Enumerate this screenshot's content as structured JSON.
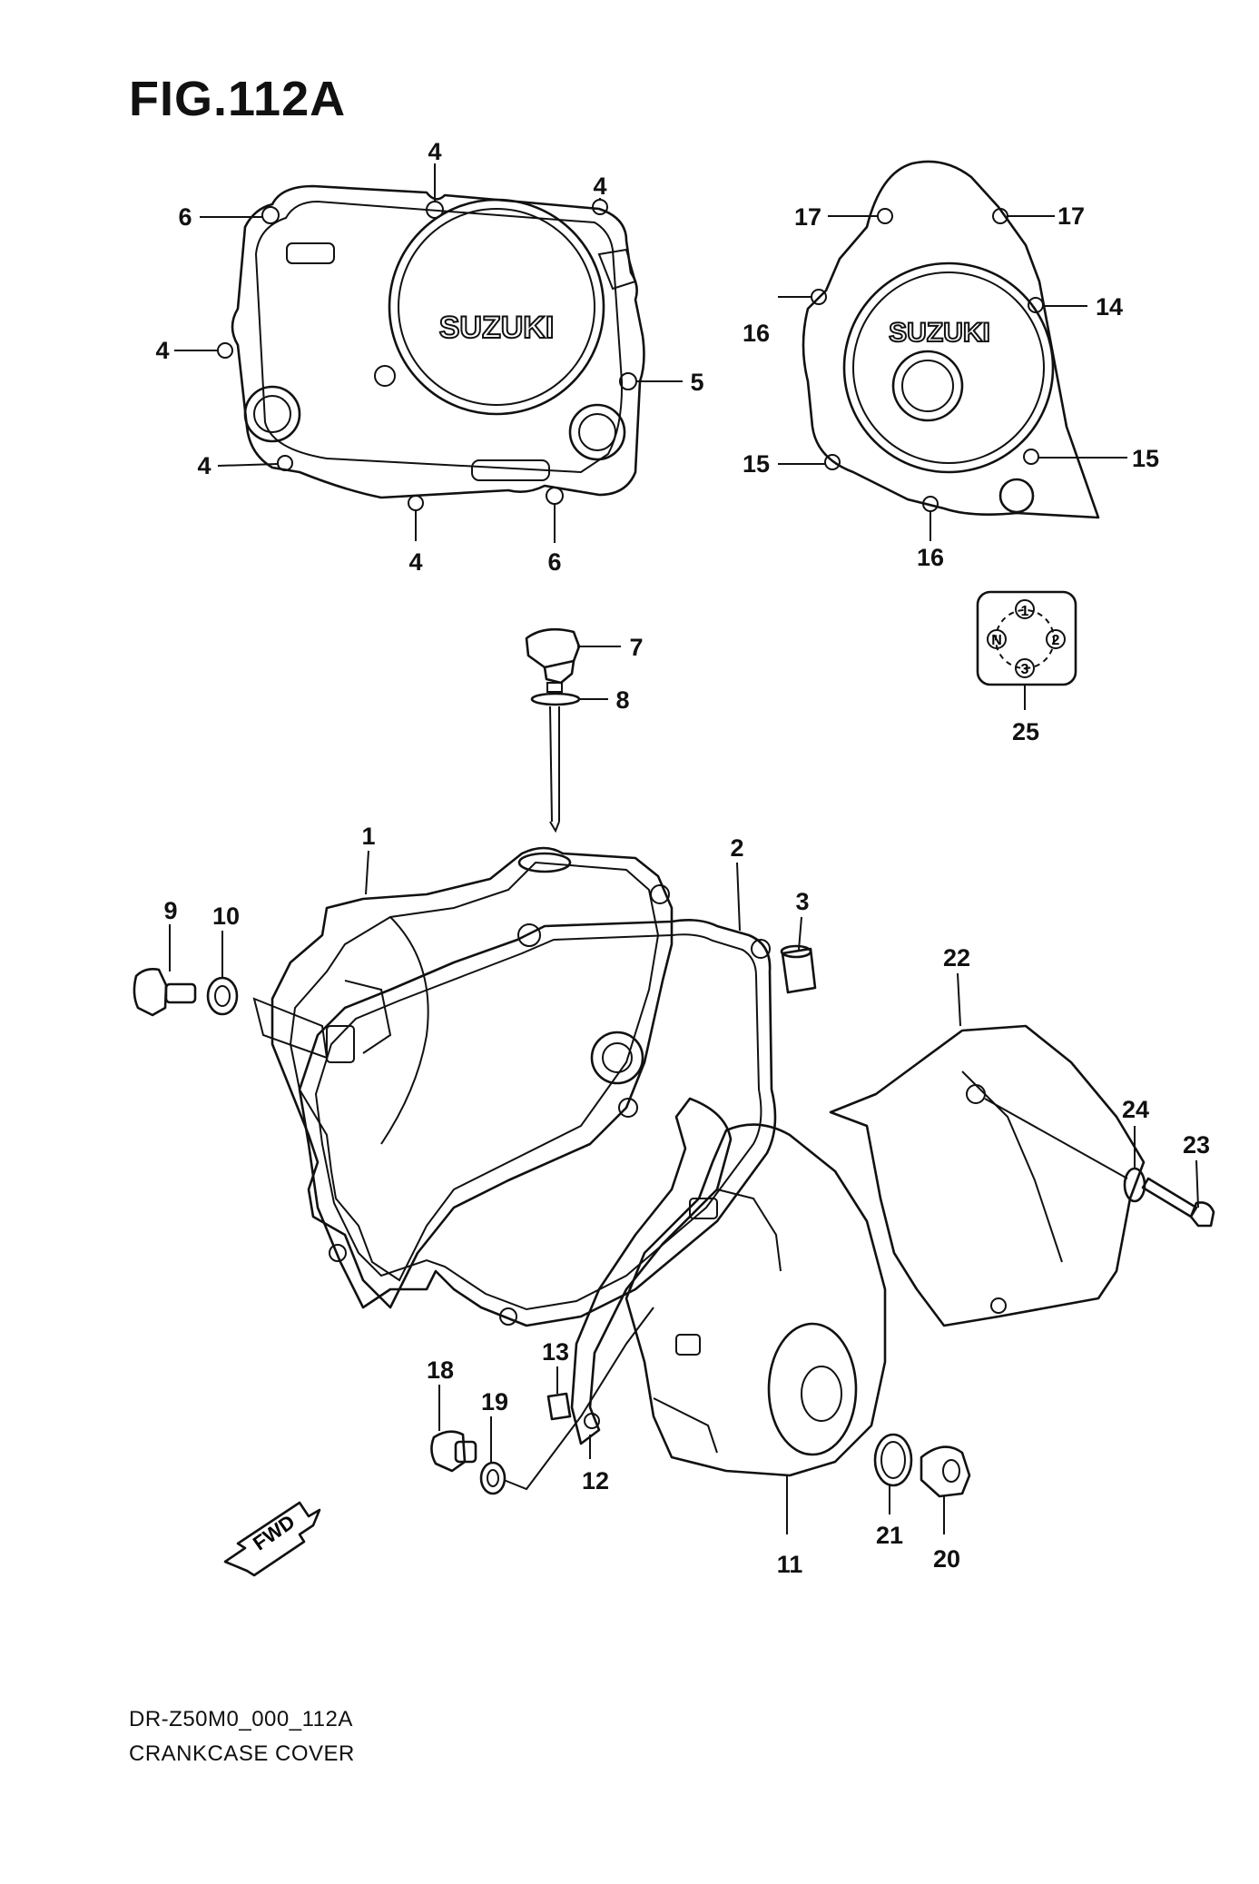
{
  "figure": {
    "title": "FIG.112A"
  },
  "footer": {
    "code": "DR-Z50M0_000_112A",
    "name": "CRANKCASE COVER"
  },
  "brand": {
    "logo_text": "SUZUKI"
  },
  "direction": {
    "label": "FWD"
  },
  "indicator": {
    "positions": [
      "1",
      "N",
      "2",
      "3"
    ]
  },
  "callouts": {
    "c1": "1",
    "c2": "2",
    "c3": "3",
    "c4a": "4",
    "c4b": "4",
    "c4c": "4",
    "c4d": "4",
    "c4e": "4",
    "c5": "5",
    "c6a": "6",
    "c6b": "6",
    "c7": "7",
    "c8": "8",
    "c9": "9",
    "c10": "10",
    "c11": "11",
    "c12": "12",
    "c13": "13",
    "c14": "14",
    "c15a": "15",
    "c15b": "15",
    "c16a": "16",
    "c16b": "16",
    "c17a": "17",
    "c17b": "17",
    "c18": "18",
    "c19": "19",
    "c20": "20",
    "c21": "21",
    "c22": "22",
    "c23": "23",
    "c24": "24",
    "c25": "25"
  }
}
